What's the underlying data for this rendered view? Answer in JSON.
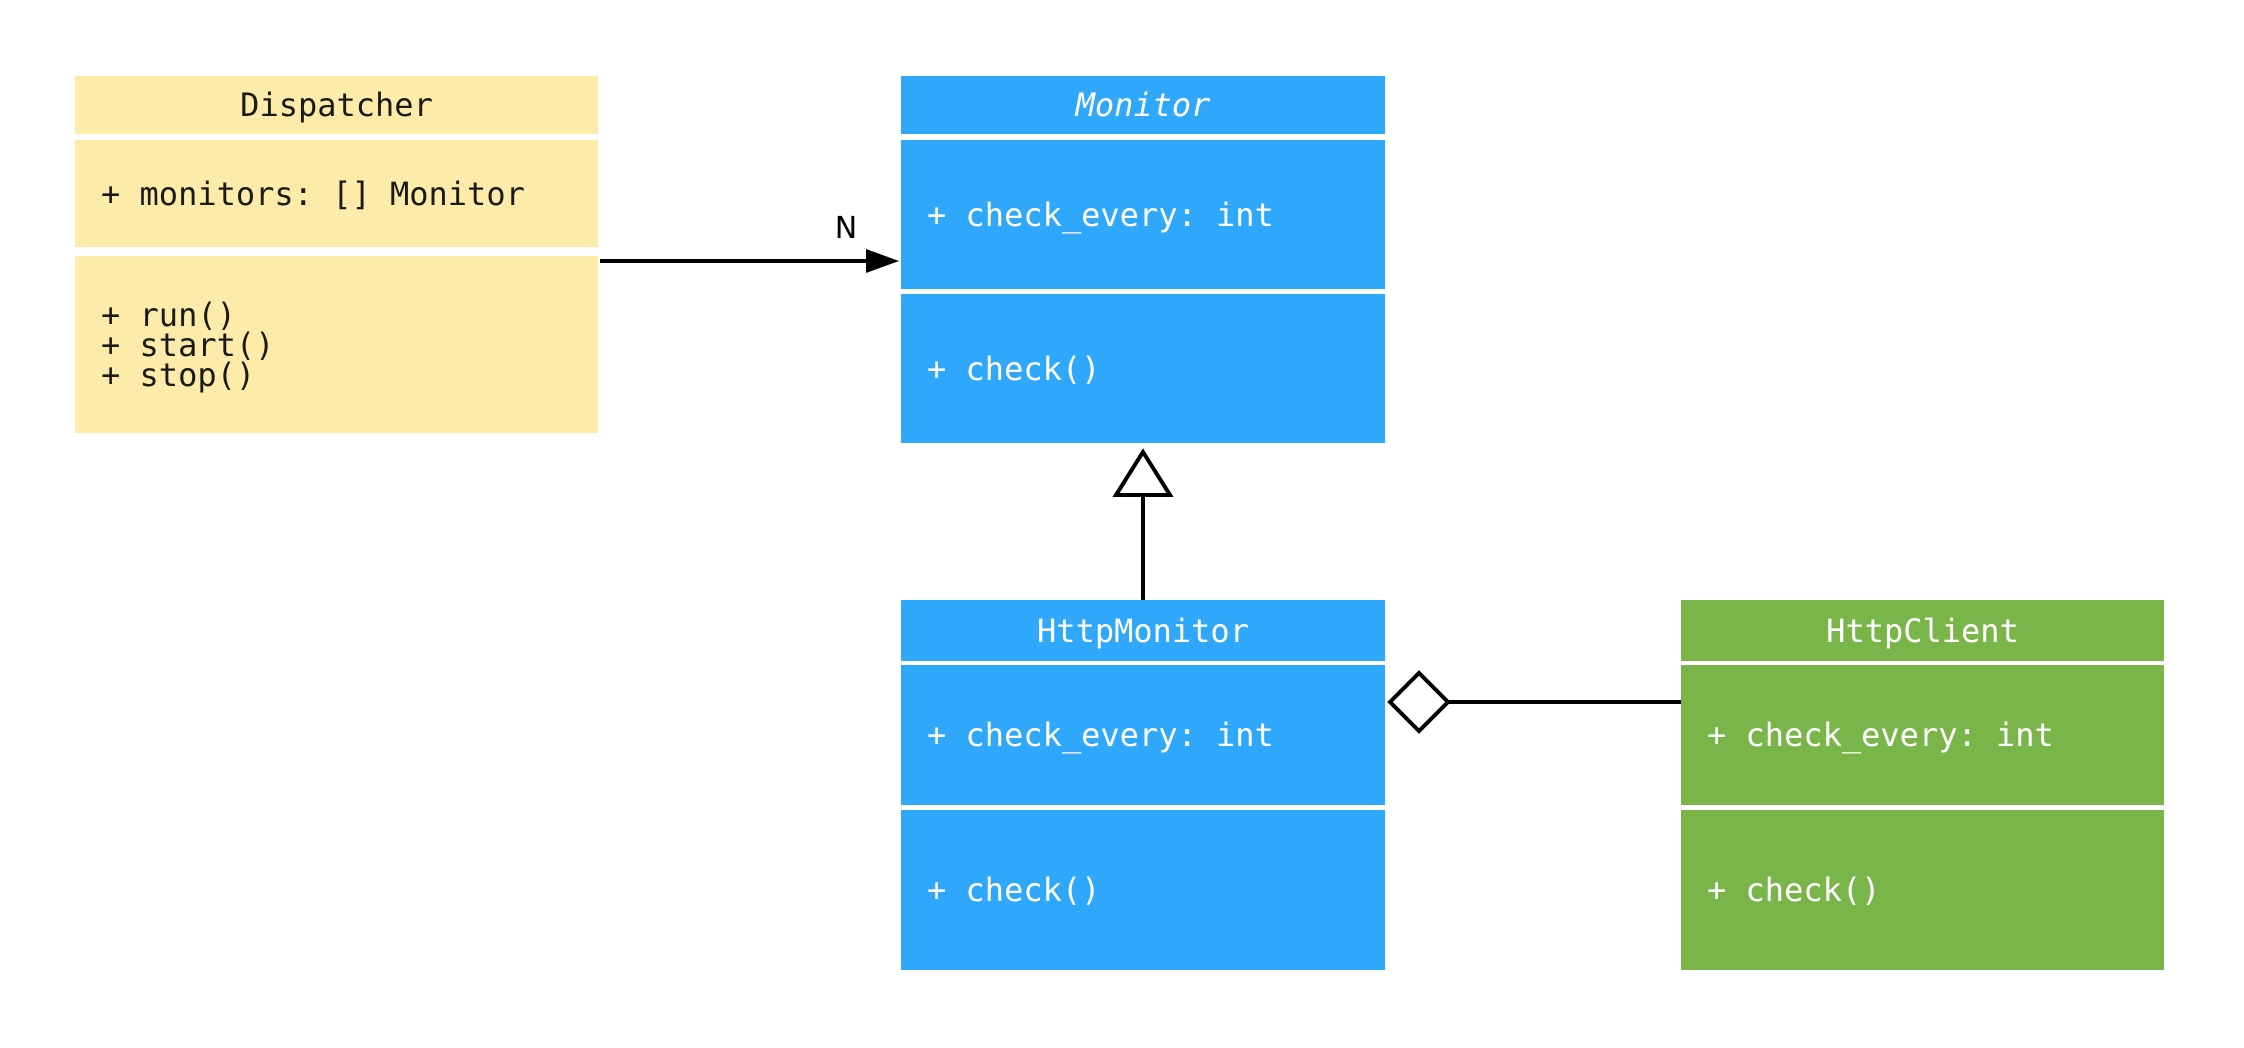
{
  "diagram_type": "UML class diagram",
  "colors": {
    "background": "#ffffff",
    "line": "#000000",
    "yellow_class_fill": "#FDEBA9",
    "blue_class_fill": "#2FA7FA",
    "green_class_fill": "#7AB54A",
    "dark_text": "#1a1a1a",
    "light_text": "#ffffff"
  },
  "classes": [
    {
      "name": "Dispatcher",
      "abstract": false,
      "fill": "#FDEBA9",
      "text": "#1a1a1a",
      "attributes": [
        "+ monitors: [] Monitor"
      ],
      "methods": [
        "+ run()",
        "+ start()",
        "+ stop()"
      ]
    },
    {
      "name": "Monitor",
      "abstract": true,
      "fill": "#2FA7FA",
      "text": "#ffffff",
      "attributes": [
        "+ check_every: int"
      ],
      "methods": [
        "+ check()"
      ]
    },
    {
      "name": "HttpMonitor",
      "abstract": false,
      "fill": "#2FA7FA",
      "text": "#ffffff",
      "attributes": [
        "+ check_every: int"
      ],
      "methods": [
        "+ check()"
      ]
    },
    {
      "name": "HttpClient",
      "abstract": false,
      "fill": "#7AB54A",
      "text": "#ffffff",
      "attributes": [
        "+ check_every: int"
      ],
      "methods": [
        "+ check()"
      ]
    }
  ],
  "relationships": [
    {
      "type": "association",
      "from": "Dispatcher",
      "to": "Monitor",
      "label": "N",
      "marker": "filled-arrow"
    },
    {
      "type": "inheritance",
      "from": "HttpMonitor",
      "to": "Monitor",
      "label": "",
      "marker": "hollow-triangle"
    },
    {
      "type": "aggregation",
      "from": "HttpMonitor",
      "to": "HttpClient",
      "label": "",
      "marker": "hollow-diamond"
    }
  ]
}
